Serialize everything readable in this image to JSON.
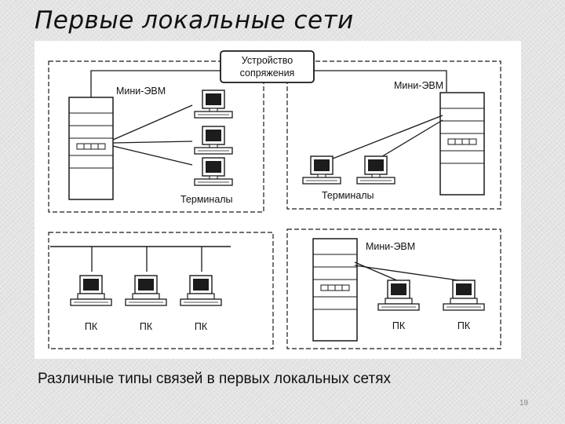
{
  "slide": {
    "title": "Первые локальные сети",
    "caption": "Различные типы связей в первых локальных сетях",
    "page_number": "19"
  },
  "diagram": {
    "interface_device": [
      "Устройство",
      "сопряжения"
    ],
    "panels": {
      "top_left": {
        "computer_label": "Мини-ЭВМ",
        "group_label": "Терминалы",
        "terminal_count": 3
      },
      "top_right": {
        "computer_label": "Мини-ЭВМ",
        "group_label": "Терминалы",
        "terminal_count": 2
      },
      "bottom_left": {
        "topology": "bus",
        "pc_labels": [
          "ПК",
          "ПК",
          "ПК"
        ]
      },
      "bottom_right": {
        "computer_label": "Мини-ЭВМ",
        "pc_labels": [
          "ПК",
          "ПК"
        ]
      }
    }
  },
  "icons": [
    "minicomputer-icon",
    "terminal-icon",
    "pc-icon"
  ],
  "colors": {
    "ink": "#1a1a1a",
    "background": "#e3e3e3",
    "panel": "#ffffff"
  }
}
